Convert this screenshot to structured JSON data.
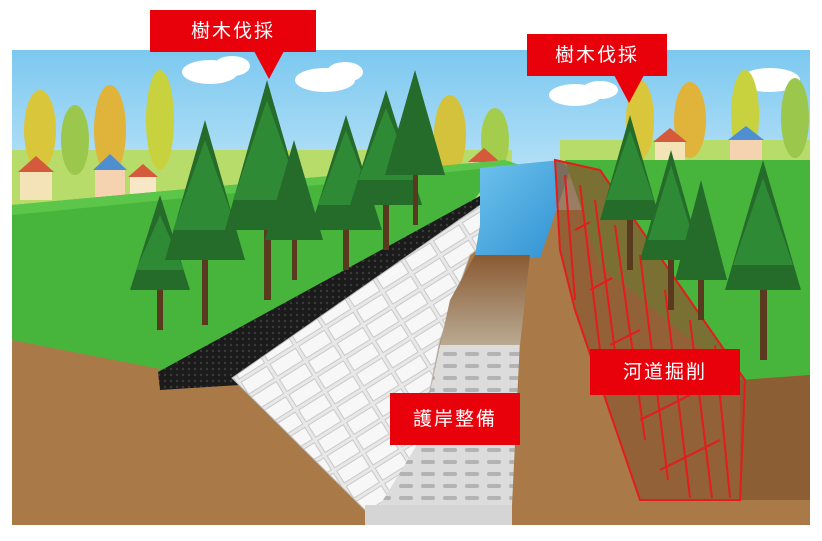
{
  "labels": {
    "tree_felling_left": "樹木伐採",
    "tree_felling_right": "樹木伐採",
    "channel_excavation": "河道掘削",
    "revetment_work": "護岸整備"
  },
  "colors": {
    "label_bg": "#e8000b",
    "label_text": "#ffffff",
    "grass": "#47b53b",
    "soil": "#a97a47",
    "water": "#3aa3da",
    "sky": "#8fd0f1",
    "excavation_outline": "#e31c1c"
  }
}
